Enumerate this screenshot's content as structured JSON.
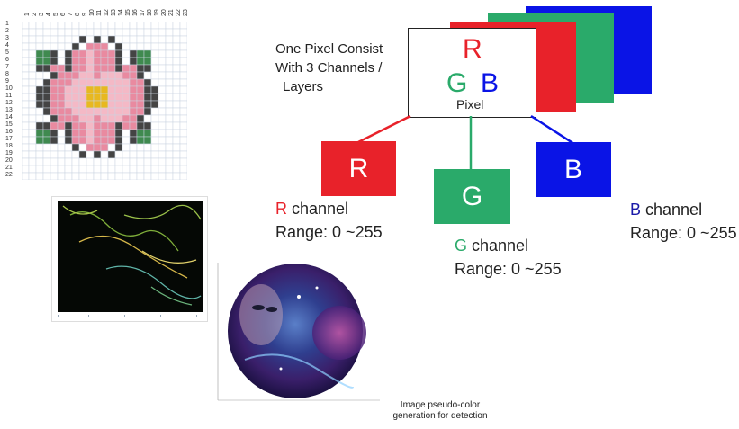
{
  "grid": {
    "column_numbers": [
      "1",
      "2",
      "3",
      "4",
      "5",
      "6",
      "7",
      "8",
      "9",
      "10",
      "11",
      "12",
      "13",
      "14",
      "15",
      "16",
      "17",
      "18",
      "19",
      "20",
      "21",
      "22",
      "23"
    ],
    "row_numbers": [
      "1",
      "2",
      "3",
      "4",
      "5",
      "6",
      "7",
      "8",
      "9",
      "10",
      "11",
      "12",
      "13",
      "14",
      "15",
      "16",
      "17",
      "18",
      "19",
      "20",
      "21",
      "22"
    ]
  },
  "intro_text": [
    "One Pixel Consist",
    "With 3 Channels /",
    "Layers"
  ],
  "pixel_box": {
    "letter_r": "R",
    "letter_g": "G",
    "letter_b": "B",
    "label": "Pixel"
  },
  "channels": {
    "r": {
      "box_letter": "R",
      "label_letter": "R",
      "label_rest": " channel",
      "range": "Range: 0 ~255"
    },
    "g": {
      "box_letter": "G",
      "label_letter": "G",
      "label_rest": " channel",
      "range": "Range: 0 ~255"
    },
    "b": {
      "box_letter": "B",
      "label_letter": "B",
      "label_rest": " channel",
      "range": "Range: 0 ~255"
    }
  },
  "caption": [
    "Image pseudo-color",
    "generation for detection"
  ],
  "colors": {
    "red": "#e8222a",
    "green": "#2aaa6a",
    "blue": "#0a14e6",
    "dark_blue_text": "#1a1aa8"
  }
}
